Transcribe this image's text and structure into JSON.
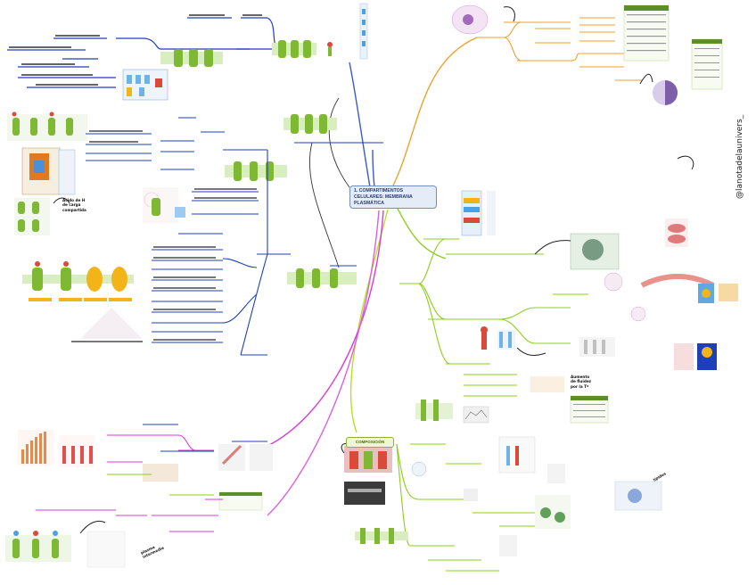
{
  "central_node": {
    "title": "1. COMPARTIMENTOS CELULARES: MEMBRANA PLASMÁTICA"
  },
  "composition_node": {
    "title": "COMPOSICIÓN"
  },
  "author_handle": "@lanotadelaunivers_",
  "handwritten": {
    "note_left": [
      "Ácido de H",
      "de carga",
      "compartida"
    ],
    "note_right_mid": [
      "Aumento",
      "de fluidez",
      "por la Tª"
    ],
    "note_bottom_left": [
      "plasma",
      "intermedia"
    ],
    "note_bottom_right": [
      "lípidos"
    ]
  },
  "colors": {
    "blue_branch": "#1d3fb8",
    "orange_branch": "#f0a02a",
    "green_branch": "#8ccf1a",
    "magenta_branch": "#e040d8",
    "purple_pie": "#7b5fa8",
    "membrane_green": "#7fb832",
    "protein_yellow": "#f2b418",
    "protein_red": "#d94a3a"
  }
}
